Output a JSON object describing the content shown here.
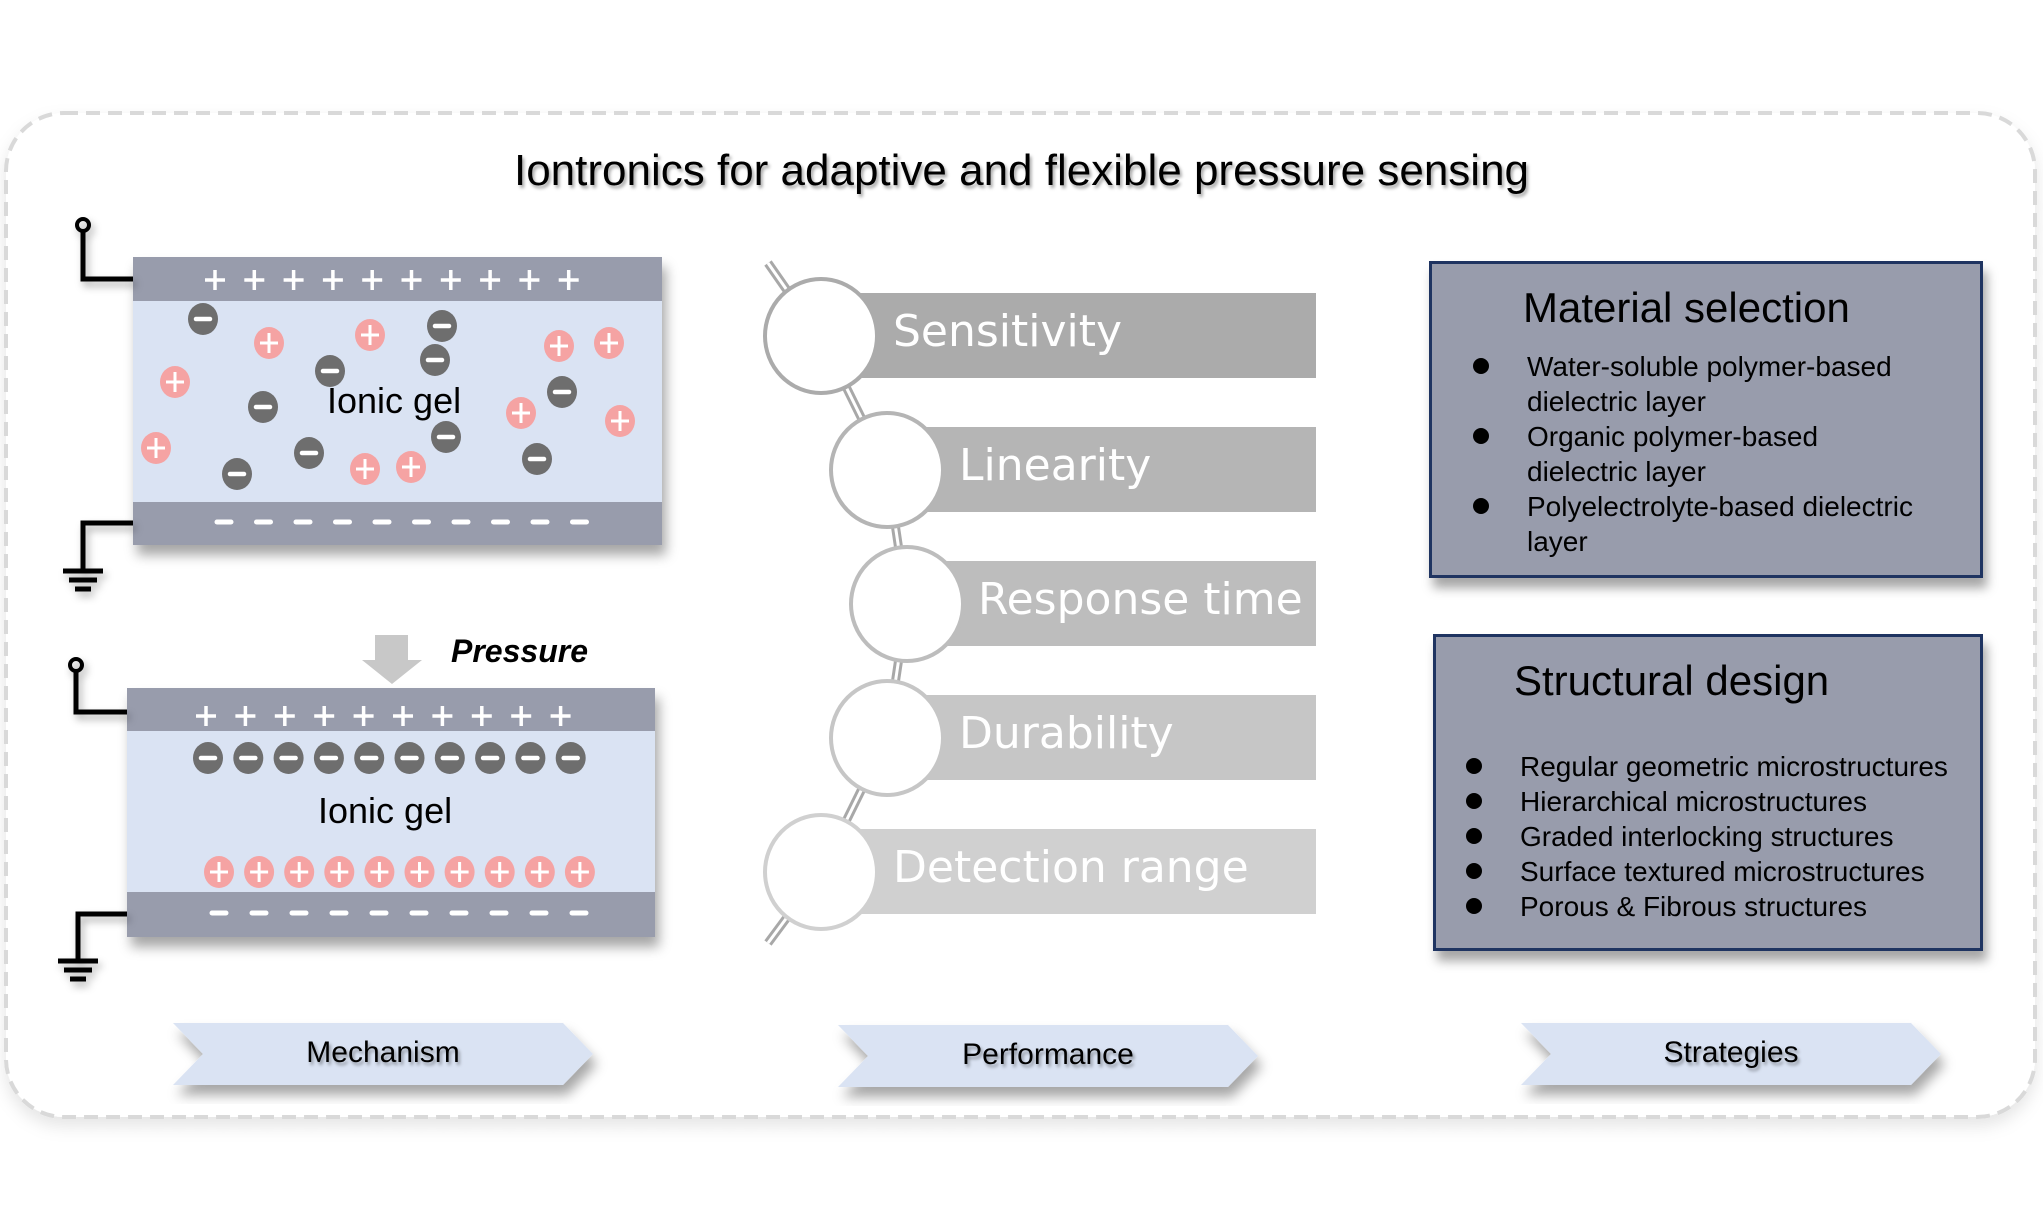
{
  "title": "Iontronics for adaptive and flexible pressure sensing",
  "colors": {
    "plate": "#989cac",
    "gel": "#dae3f3",
    "negative_ion": "#6e6e6e",
    "positive_ion": "#f5a3a3",
    "strategy_box": "#989cac",
    "strategy_border": "#1f3461",
    "chevron": "#dae3f3",
    "performance_bars": [
      "#ababab",
      "#b5b5b5",
      "#bdbdbd",
      "#c6c6c6",
      "#d0d0d0"
    ]
  },
  "mechanism": {
    "before": {
      "gel_label": "Ionic gel",
      "top_plate_charges": [
        "+",
        "+",
        "+",
        "+",
        "+",
        "+",
        "+",
        "+",
        "+",
        "+"
      ],
      "bottom_plate_charges": [
        "-",
        "-",
        "-",
        "-",
        "-",
        "-",
        "-",
        "-",
        "-",
        "-"
      ],
      "state": "ions randomly dispersed",
      "negative_ion_count": 10,
      "positive_ion_count": 10
    },
    "after": {
      "pressure_label": "Pressure",
      "gel_label": "Ionic gel",
      "top_plate_charges": [
        "+",
        "+",
        "+",
        "+",
        "+",
        "+",
        "+",
        "+",
        "+",
        "+"
      ],
      "bottom_plate_charges": [
        "-",
        "-",
        "-",
        "-",
        "-",
        "-",
        "-",
        "-",
        "-",
        "-"
      ],
      "state": "ions accumulated at electrode interfaces",
      "negative_ion_count": 10,
      "positive_ion_count": 10
    },
    "icons": [
      "terminal-icon",
      "ground-icon",
      "pressure-arrow-icon"
    ]
  },
  "performance": {
    "items": [
      {
        "label": "Sensitivity"
      },
      {
        "label": "Linearity"
      },
      {
        "label": "Response time"
      },
      {
        "label": "Durability"
      },
      {
        "label": "Detection range"
      }
    ]
  },
  "strategies": {
    "material_selection": {
      "title": "Material selection",
      "items": [
        "Water-soluble polymer-based\ndielectric layer",
        "Organic polymer-based\ndielectric layer",
        "Polyelectrolyte-based dielectric\nlayer"
      ]
    },
    "structural_design": {
      "title": "Structural design",
      "items": [
        "Regular geometric microstructures",
        "Hierarchical microstructures",
        "Graded interlocking structures",
        "Surface textured microstructures",
        "Porous & Fibrous structures"
      ]
    }
  },
  "footer": {
    "stages": [
      {
        "label": "Mechanism"
      },
      {
        "label": "Performance"
      },
      {
        "label": "Strategies"
      }
    ]
  }
}
